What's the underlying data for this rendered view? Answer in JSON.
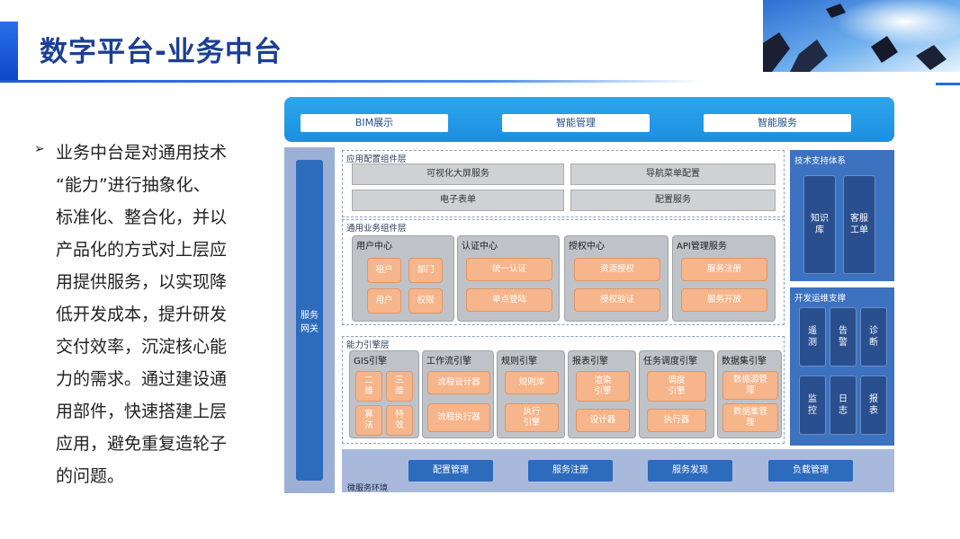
{
  "title": "数字平台-业务中台",
  "bullet": {
    "lines": [
      "业务中台是对通用技术",
      "“能力”进行抽象化、",
      "标准化、整合化，并以",
      "产品化的方式对上层应",
      "用提供服务，以实现降",
      "低开发成本，提升研发",
      "交付效率，沉淀核心能",
      "力的需求。通过建设通",
      "用部件，快速搭建上层",
      "应用，避免重复造轮子",
      "的问题。"
    ]
  },
  "top": [
    "BIM展示",
    "智能管理",
    "智能服务"
  ],
  "gateway": "服务\n网关",
  "app_layer": {
    "label": "应用配置组件层",
    "items": [
      "可视化大屏服务",
      "导航菜单配置",
      "电子表单",
      "配置服务"
    ]
  },
  "common_layer": {
    "label": "通用业务组件层",
    "groups": [
      {
        "title": "用户中心",
        "items": [
          "租户",
          "部门",
          "用户",
          "权限"
        ]
      },
      {
        "title": "认证中心",
        "items": [
          "统一认证",
          "单点登陆"
        ]
      },
      {
        "title": "授权中心",
        "items": [
          "资源授权",
          "授权验证"
        ]
      },
      {
        "title": "API管理服务",
        "items": [
          "服务注册",
          "服务开放"
        ]
      }
    ]
  },
  "engine_layer": {
    "label": "能力引擎层",
    "groups": [
      {
        "title": "GIS引擎",
        "items": [
          "二\n维",
          "三\n维",
          "算\n法",
          "特\n效"
        ]
      },
      {
        "title": "工作流引擎",
        "items": [
          "流程设计器",
          "流程执行器"
        ]
      },
      {
        "title": "规则引擎",
        "items": [
          "规则库",
          "执行\n引擎"
        ]
      },
      {
        "title": "报表引擎",
        "items": [
          "渲染\n引擎",
          "设计器"
        ]
      },
      {
        "title": "任务调度引擎",
        "items": [
          "调度\n引擎",
          "执行器"
        ]
      },
      {
        "title": "数据集引擎",
        "items": [
          "数据源管\n理",
          "数据集管\n理"
        ]
      }
    ]
  },
  "tech_support": {
    "label": "技术支持体系",
    "items": [
      "知识\n库",
      "客服\n工单"
    ]
  },
  "devops": {
    "label": "开发运维支撑",
    "items": [
      "遥\n测",
      "告\n警",
      "诊\n断",
      "监\n控",
      "日\n志",
      "报\n表"
    ]
  },
  "micro": {
    "label": "微服务环境",
    "items": [
      "配置管理",
      "服务注册",
      "服务发现",
      "负载管理"
    ]
  }
}
